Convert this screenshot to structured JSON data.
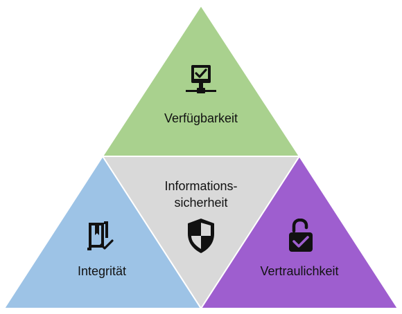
{
  "diagram": {
    "segments": {
      "top": {
        "label": "Verfügbarkeit",
        "icon": "monitor-check-icon",
        "color": "#a9d18e"
      },
      "left": {
        "label": "Integrität",
        "icon": "document-bookmark-check-icon",
        "color": "#9dc3e6"
      },
      "right": {
        "label": "Vertraulichkeit",
        "icon": "padlock-check-icon",
        "color": "#9e5ecf"
      },
      "center": {
        "label_line1": "Informations-",
        "label_line2": "sicherheit",
        "icon": "shield-icon",
        "color": "#d9d9d9"
      }
    },
    "outline_color": "#ffffff"
  }
}
